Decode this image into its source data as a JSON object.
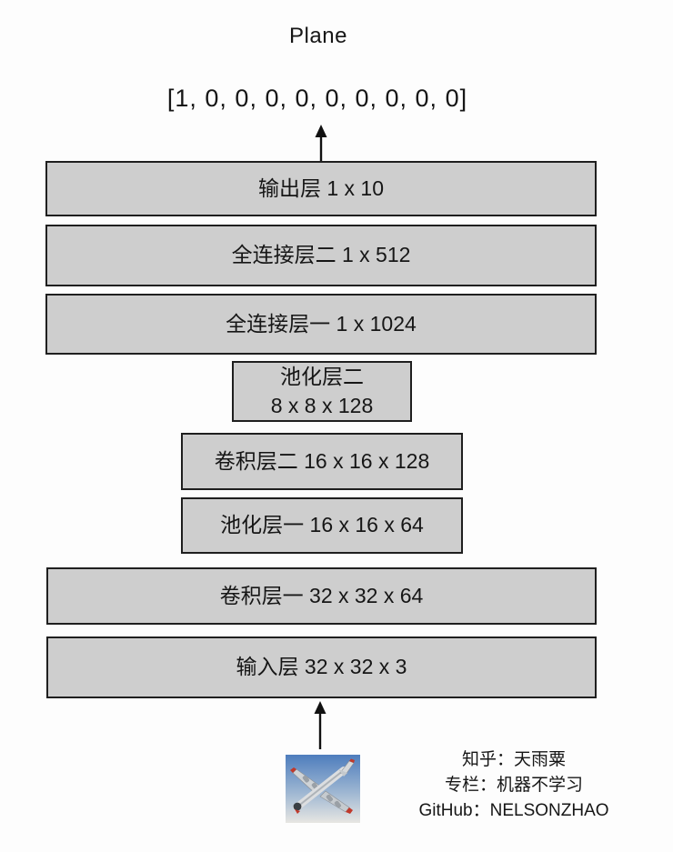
{
  "diagram": {
    "title": "Plane",
    "output_vector": "[1, 0, 0, 0, 0, 0, 0, 0, 0, 0]",
    "layers": [
      {
        "label": "输出层 1 x 10"
      },
      {
        "label": "全连接层二 1 x 512"
      },
      {
        "label": "全连接层一 1 x 1024"
      },
      {
        "label": "池化层二",
        "size": "8 x 8 x 128"
      },
      {
        "label": "卷积层二 16 x 16 x 128"
      },
      {
        "label": "池化层一 16 x 16 x 64"
      },
      {
        "label": "卷积层一 32 x 32 x 64"
      },
      {
        "label": "输入层 32 x 32 x 3"
      }
    ],
    "input_image": "airplane-photo",
    "colors": {
      "box_fill": "#cecece",
      "box_border": "#1f1f1f",
      "background": "#fdfdfd",
      "text": "#161616"
    }
  },
  "credits": {
    "line1": "知乎：天雨粟",
    "line2": "专栏：机器不学习",
    "line3": "GitHub：NELSONZHAO"
  }
}
